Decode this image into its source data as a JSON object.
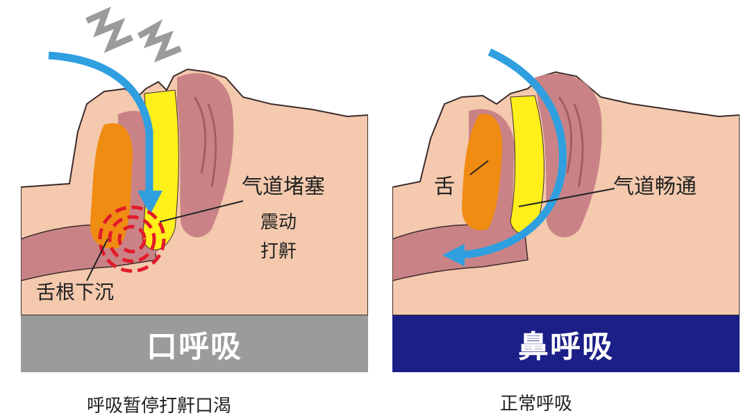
{
  "colors": {
    "skin": "#f4c9ad",
    "skin_outline": "#3a2a2a",
    "flesh": "#c98386",
    "tongue": "#f08c12",
    "airway": "#ffef1a",
    "arrow": "#2f9fe0",
    "vibration": "#e21b2a",
    "banner_mouth": "#9b9b9b",
    "banner_nose": "#1c1f86"
  },
  "left_panel": {
    "label_airway": "气道堵塞",
    "label_vibration": "震动",
    "label_snore": "打鼾",
    "label_tongue": "舌根下沉",
    "banner": "口呼吸",
    "caption": "呼吸暂停打鼾口渴"
  },
  "right_panel": {
    "label_tongue": "舌",
    "label_airway": "气道畅通",
    "banner": "鼻呼吸",
    "caption": "正常呼吸"
  }
}
